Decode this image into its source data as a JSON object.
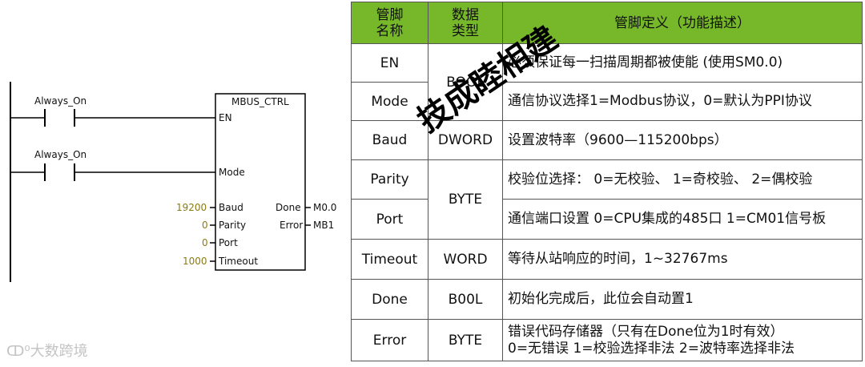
{
  "ladder": {
    "contact1_label": "Always_On",
    "contact2_label": "Always_On",
    "block_title": "MBUS_CTRL",
    "pin_en": "EN",
    "pin_mode": "Mode",
    "pin_baud": "Baud",
    "pin_parity": "Parity",
    "pin_port": "Port",
    "pin_timeout": "Timeout",
    "pin_done": "Done",
    "pin_error": "Error",
    "in_baud": "19200",
    "in_parity": "0",
    "in_port": "0",
    "in_timeout": "1000",
    "out_done": "M0.0",
    "out_error": "MB1"
  },
  "watermark_logo": "大数跨境",
  "overlay_text": "技成睦相建",
  "table": {
    "headers": [
      "管脚\n名称",
      "数据\n类型",
      "管脚定义（功能描述）"
    ],
    "rows": [
      {
        "name": "EN",
        "type": "BOOL",
        "desc": "必须保证每一扫描周期都被使能 (使用SM0.0)"
      },
      {
        "name": "Mode",
        "type": "",
        "desc": "通信协议选择1=Modbus协议，0=默认为PPI协议"
      },
      {
        "name": "Baud",
        "type": "DWORD",
        "desc": "设置波特率（9600—115200bps）"
      },
      {
        "name": "Parity",
        "type": "BYTE",
        "desc": "校验位选择：  0=无校验、 1=奇校验、 2=偶校验"
      },
      {
        "name": "Port",
        "type": "",
        "desc": "通信端口设置   0=CPU集成的485口     1=CM01信号板"
      },
      {
        "name": "Timeout",
        "type": "WORD",
        "desc": "等待从站响应的时间，1~32767ms"
      },
      {
        "name": "Done",
        "type": "B00L",
        "desc": "初始化完成后，此位会自动置1"
      },
      {
        "name": "Error",
        "type": "BYTE",
        "desc": "错误代码存储器（只有在Done位为1时有效）\n0=无错误    1=校验选择非法  2=波特率选择非法"
      }
    ]
  }
}
